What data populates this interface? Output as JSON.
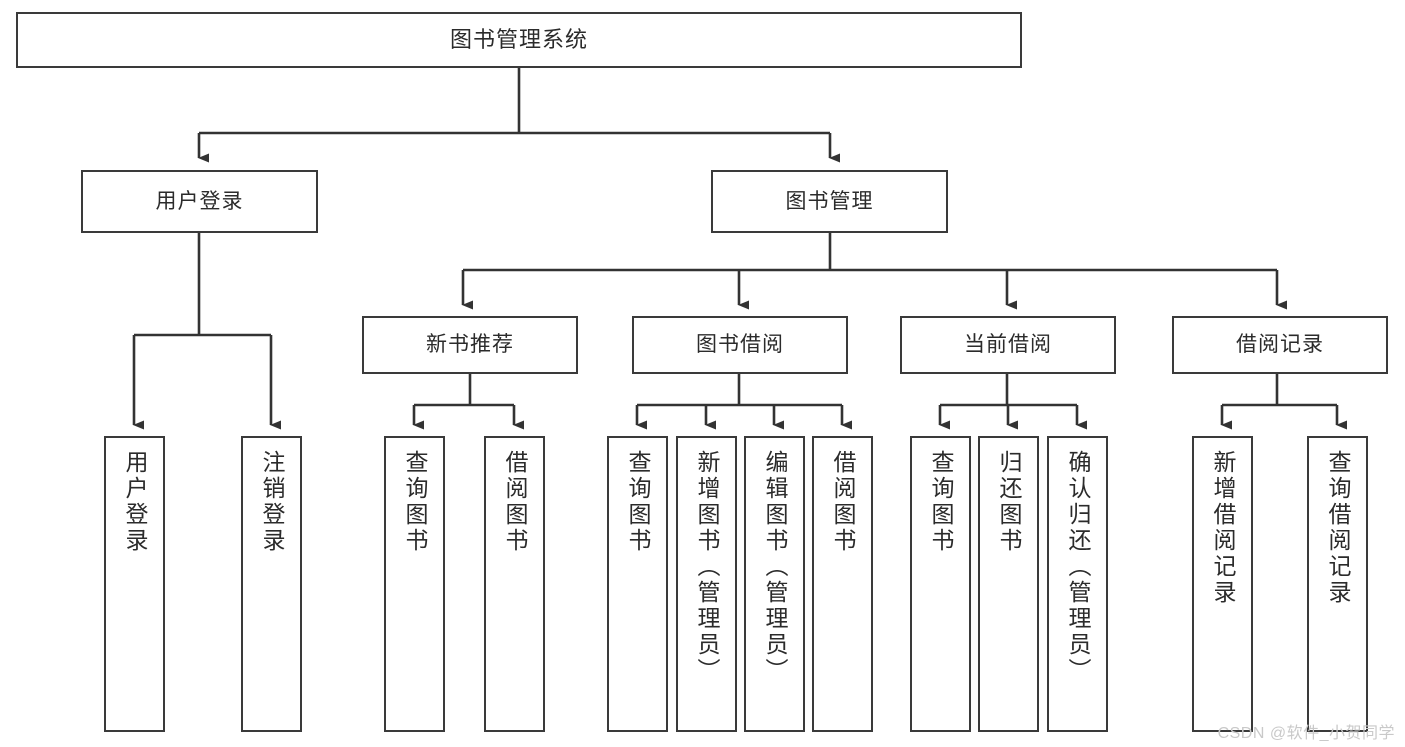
{
  "diagram": {
    "title": "图书管理系统",
    "type": "tree-hierarchy-chart",
    "colors": {
      "box_border": "#3a3a3a",
      "box_fill": "#ffffff",
      "connector": "#333333",
      "text": "#2b2b2b",
      "watermark": "#c9c9c9",
      "background": "#ffffff"
    },
    "root": {
      "label": "图书管理系统"
    },
    "level2": [
      {
        "label": "用户登录"
      },
      {
        "label": "图书管理"
      }
    ],
    "level3": [
      {
        "label": "新书推荐"
      },
      {
        "label": "图书借阅"
      },
      {
        "label": "当前借阅"
      },
      {
        "label": "借阅记录"
      }
    ],
    "leaves_user_login": [
      {
        "label": "用户登录"
      },
      {
        "label": "注销登录"
      }
    ],
    "leaves_new_book": [
      {
        "label": "查询图书"
      },
      {
        "label": "借阅图书"
      }
    ],
    "leaves_book_borrow": [
      {
        "label": "查询图书"
      },
      {
        "label": "新增图书（管理员）"
      },
      {
        "label": "编辑图书（管理员）"
      },
      {
        "label": "借阅图书"
      }
    ],
    "leaves_current_borrow": [
      {
        "label": "查询图书"
      },
      {
        "label": "归还图书"
      },
      {
        "label": "确认归还（管理员）"
      }
    ],
    "leaves_borrow_record": [
      {
        "label": "新增借阅记录"
      },
      {
        "label": "查询借阅记录"
      }
    ]
  },
  "watermark": {
    "text": "CSDN @软件_小贺同学"
  }
}
